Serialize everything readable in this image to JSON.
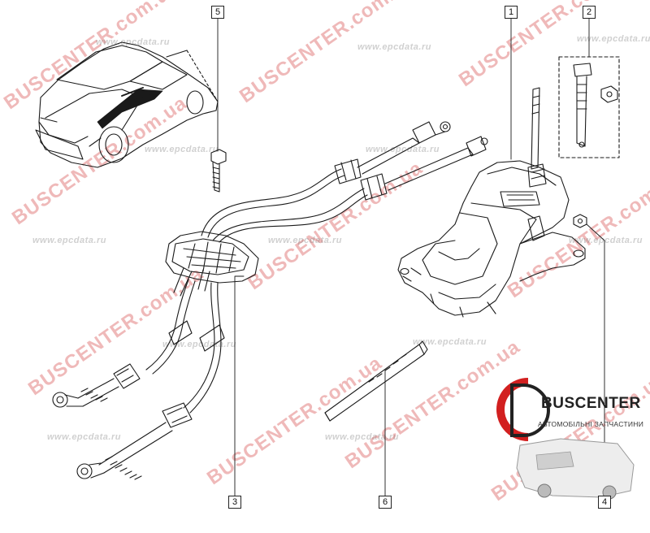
{
  "callouts": [
    {
      "id": "1",
      "label": "1"
    },
    {
      "id": "2",
      "label": "2"
    },
    {
      "id": "3",
      "label": "3"
    },
    {
      "id": "4",
      "label": "4"
    },
    {
      "id": "5",
      "label": "5"
    },
    {
      "id": "6",
      "label": "6"
    }
  ],
  "watermarks": {
    "brand": "BUSCENTER",
    "brand_domain": "BUSCENTER.com.ua",
    "epc": "www.epcdata.ru"
  },
  "logo": {
    "title": "BUSCENTER",
    "subtitle": "АВТОМОБІЛЬНІ ЗАПЧАСТИНИ"
  },
  "colors": {
    "line": "#1a1a1a",
    "watermark_red": "#d64848",
    "logo_red": "#d22020"
  }
}
